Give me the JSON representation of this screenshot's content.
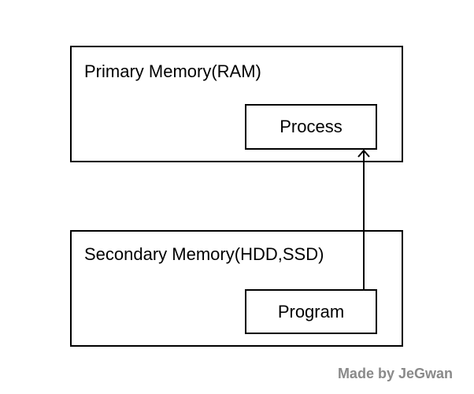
{
  "diagram": {
    "primary_memory": {
      "title": "Primary Memory(RAM)",
      "inner_label": "Process"
    },
    "secondary_memory": {
      "title": "Secondary Memory(HDD,SSD)",
      "inner_label": "Program"
    },
    "arrow": {
      "from": "Program",
      "to": "Process"
    }
  },
  "watermark": "Made by JeGwan",
  "colors": {
    "stroke": "#000000",
    "background": "#ffffff",
    "watermark": "#8a8a8a"
  }
}
